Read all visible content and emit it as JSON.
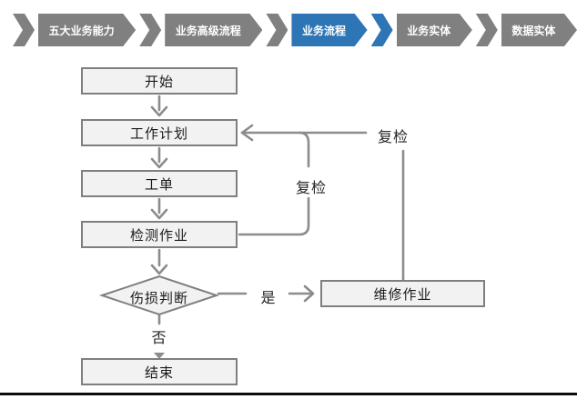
{
  "nav": {
    "items": [
      {
        "label": "五大业务能力",
        "active": false
      },
      {
        "label": "业务高级流程",
        "active": false
      },
      {
        "label": "业务流程",
        "active": true
      },
      {
        "label": "业务实体",
        "active": false
      },
      {
        "label": "数据实体",
        "active": false
      }
    ],
    "colors": {
      "inactive": "#808080",
      "active": "#2E75B6",
      "text": "#ffffff"
    }
  },
  "flowchart": {
    "nodes": {
      "start": "开始",
      "work_plan": "工作计划",
      "work_order": "工单",
      "inspection": "检测作业",
      "decision": "伤损判断",
      "repair": "维修作业",
      "end": "结束"
    },
    "labels": {
      "recheck_mid": "复检",
      "recheck_right": "复检",
      "yes": "是",
      "no": "否"
    },
    "colors": {
      "node_fill": "#f2f2f2",
      "node_border": "#7f7f7f",
      "connector": "#8c8c8c",
      "text": "#1a1a1a"
    }
  }
}
